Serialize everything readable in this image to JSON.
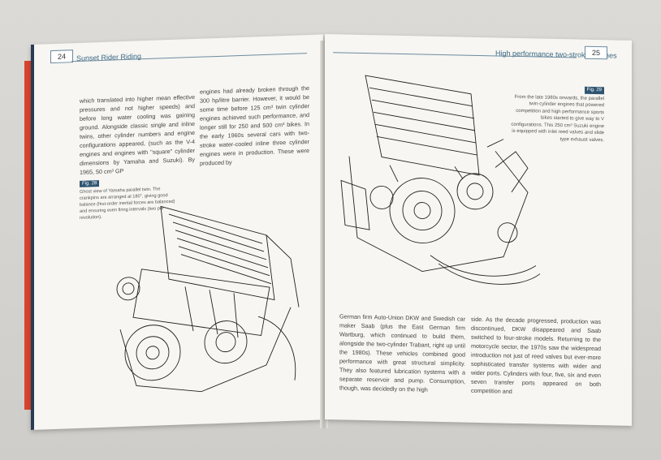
{
  "left_page": {
    "page_number": "24",
    "header": "Sunset Rider Riding",
    "col1": "which translated into higher mean effective pressures and not higher speeds) and before long water cooling was gaining ground. Alongside classic single and inline twins, other cylinder numbers and engine configurations appeared, (such as the V-4 engines and engines with \"square\" cylinder dimensions by Yamaha and Suzuki). By 1965, 50 cm³ GP",
    "col2": "engines had already broken through the 300 hp/litre barrier. However, it would be some time before 125 cm³ twin cylinder engines achieved such performance, and longer still for 250 and 500 cm³ bikes. In the early 1960s several cars with two-stroke water-cooled inline three cylinder engines were in production. These were produced by",
    "fig_label": "Fig. 28",
    "fig_caption": "Ghost view of Yamaha parallel twin. The crankpins are arranged at 180°, giving good balance (first-order inertial forces are balanced) and ensuring even firing intervals (two per revolution)."
  },
  "right_page": {
    "page_number": "25",
    "header": "High performance two-stroke engines",
    "fig_label": "Fig. 29",
    "fig_caption": "From the late 1980s onwards, the parallel twin-cylinder engines that powered competition and high performance sports bikes started to give way to V configurations. This 250 cm³ Suzuki engine is equipped with inlet reed valves and slide type exhaust valves.",
    "col1": "German firm Auto-Union DKW and Swedish car maker Saab (plus the East German firm Wartburg, which continued to build them, alongside the two-cylinder Trabant, right up until the 1980s). These vehicles combined good performance with great structural simplicity. They also featured lubrication systems with a separate reservoir and pump. Consumption, though, was decidedly on the high",
    "col2": "side. As the decade progressed, production was discontinued, DKW disappeared and Saab switched to four-stroke models. Returning to the motorcycle sector, the 1970s saw the widespread introduction not just of reed valves but ever-more sophisticated transfer systems with wider and wider ports. Cylinders with four, five, six and even seven transfer ports appeared on both competition and"
  }
}
